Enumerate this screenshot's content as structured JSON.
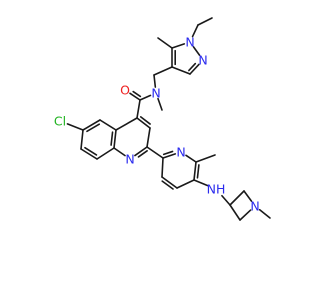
{
  "colors": {
    "bond": "#1a1a1a",
    "N": "#2a2aee",
    "O": "#ee1f1f",
    "Cl": "#1fb31f",
    "background": "#ffffff"
  },
  "atoms": [
    {
      "id": "O",
      "text": "O",
      "element": "O"
    },
    {
      "id": "Namide",
      "text": "N",
      "element": "N"
    },
    {
      "id": "Npz1",
      "text": "N",
      "element": "N"
    },
    {
      "id": "Npz2",
      "text": "N",
      "element": "N"
    },
    {
      "id": "Cl",
      "text": "Cl",
      "element": "Cl"
    },
    {
      "id": "Nq",
      "text": "N",
      "element": "N"
    },
    {
      "id": "Npy",
      "text": "N",
      "element": "N"
    },
    {
      "id": "NH",
      "text": "NH",
      "element": "N"
    },
    {
      "id": "Naz",
      "text": "N",
      "element": "N"
    }
  ]
}
